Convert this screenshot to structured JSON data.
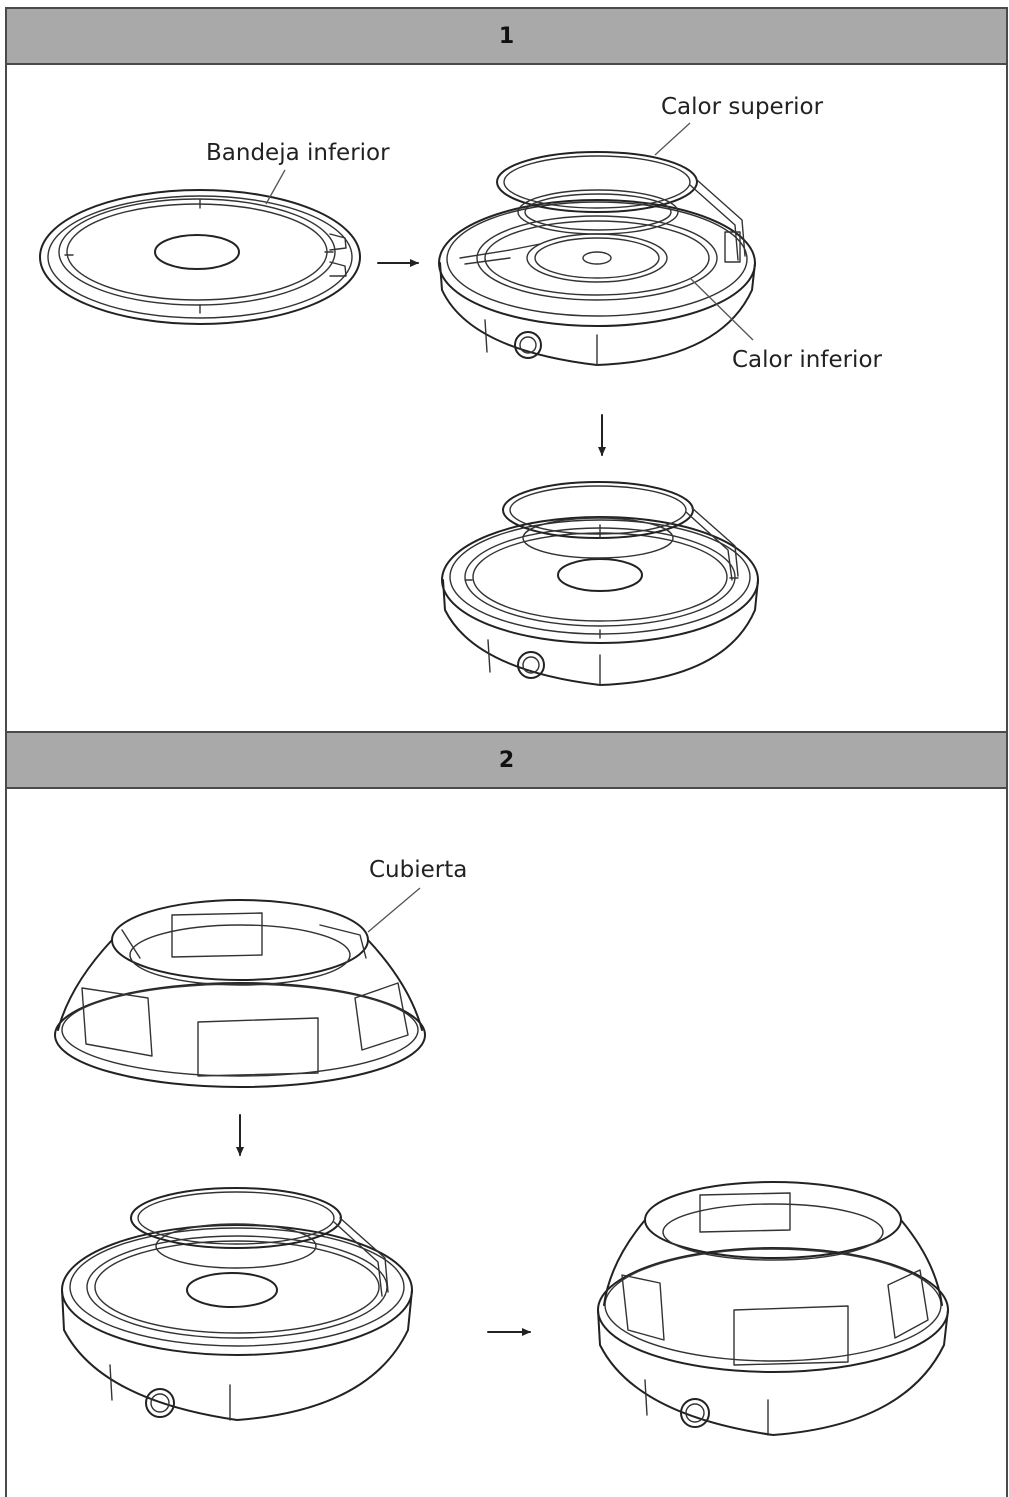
{
  "steps": [
    {
      "number": "1"
    },
    {
      "number": "2"
    }
  ],
  "labels": {
    "bandeja_inferior": "Bandeja inferior",
    "calor_superior": "Calor superior",
    "calor_inferior": "Calor inferior",
    "cubierta": "Cubierta"
  }
}
